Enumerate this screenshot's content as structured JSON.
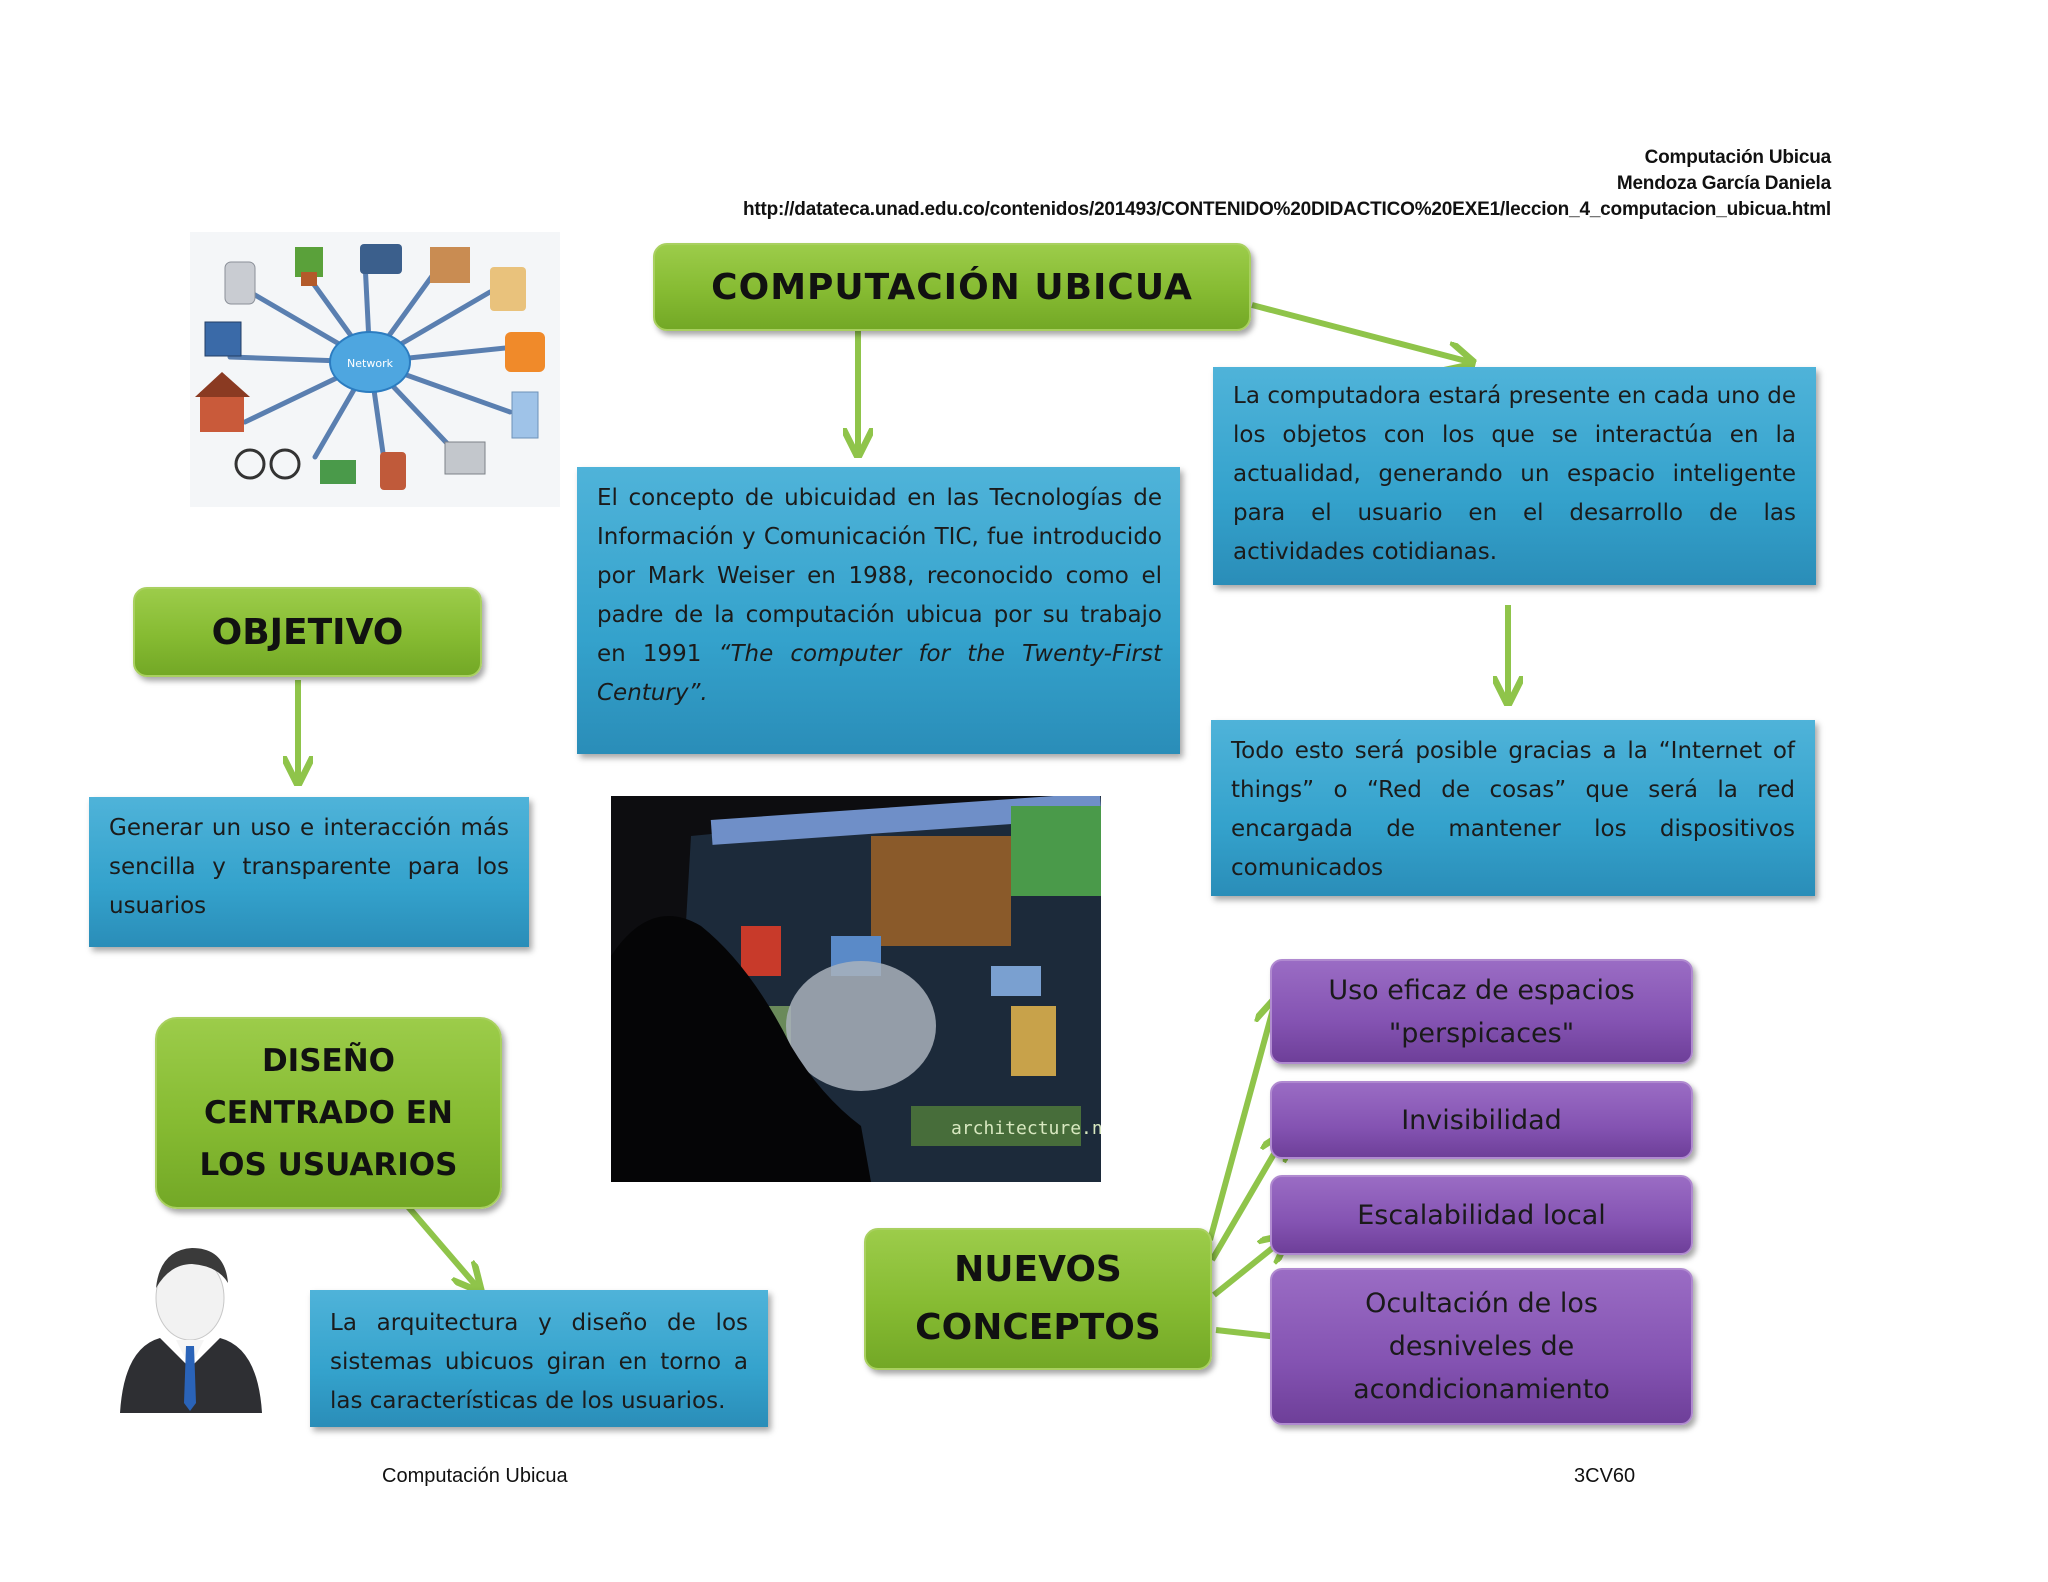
{
  "header": {
    "title": "Computación Ubicua",
    "author": "Mendoza García Daniela",
    "url": "http://datateca.unad.edu.co/contenidos/201493/CONTENIDO%20DIDACTICO%20EXE1/leccion_4_computacion_ubicua.html"
  },
  "main_title": "COMPUTACIÓN UBICUA",
  "network_image": {
    "center_label": "Network"
  },
  "concept_box": {
    "text_plain": "El concepto de ubicuidad en las Tecnologías de Información y Comunicación TIC, fue introducido por Mark Weiser en 1988, reconocido como el padre de la computación ubicua por su trabajo en 1991 ",
    "text_italic": "“The computer for the Twenty-First Century”."
  },
  "presence_box": "La computadora estará presente en cada uno de los objetos con los que se interactúa en la actualidad, generando un espacio inteligente para el usuario en el desarrollo de las actividades cotidianas.",
  "iot_box": "Todo esto será posible gracias a la “Internet of things” o “Red de cosas” que será la red encargada de mantener los dispositivos comunicados",
  "objetivo": {
    "label": "OBJETIVO",
    "text": "Generar un uso e interacción más sencilla y transparente para los usuarios"
  },
  "diseno": {
    "label": "DISEÑO CENTRADO EN LOS USUARIOS",
    "text": "La arquitectura y diseño de los sistemas ubicuos giran en torno a las características de los usuarios."
  },
  "nuevos": {
    "label": "NUEVOS CONCEPTOS",
    "items": [
      "Uso eficaz de espacios \"perspicaces\"",
      "Invisibilidad",
      "Escalabilidad local",
      "Ocultación de los desniveles de acondicionamiento"
    ]
  },
  "photo": {
    "caption_text": "architecture.net"
  },
  "footer": {
    "left": "Computación Ubicua",
    "right": "3CV60"
  },
  "colors": {
    "green": "#86bb32",
    "blue": "#34a2cc",
    "purple": "#8453b2",
    "arrow": "#8fc44a"
  }
}
